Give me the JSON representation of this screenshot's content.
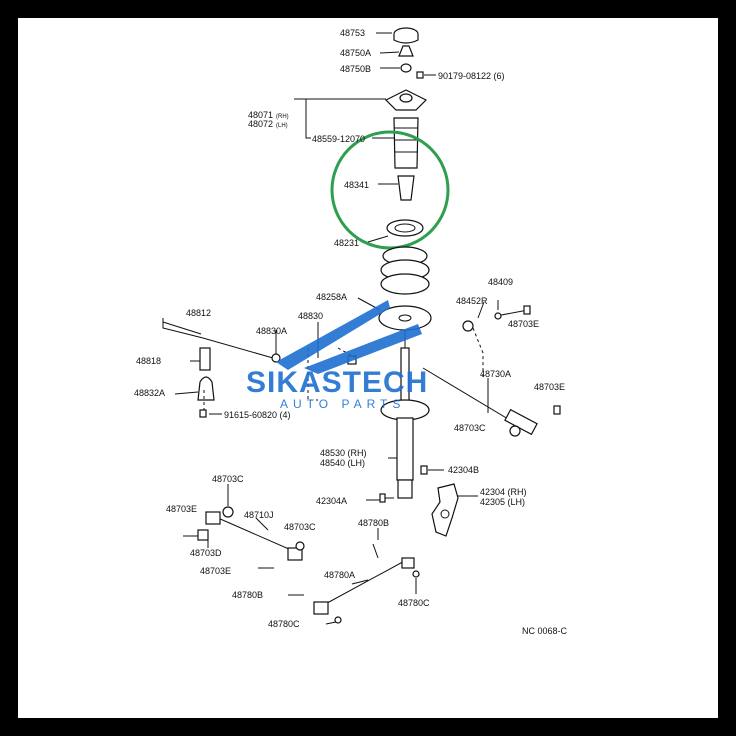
{
  "labels": {
    "p48753": "48753",
    "p48750A": "48750A",
    "p48750B": "48750B",
    "p90179": "90179-08122 (6)",
    "p48071": "48071",
    "p48071_side": "(RH)",
    "p48072": "48072",
    "p48072_side": "(LH)",
    "p48559": "48559-12070",
    "p48341": "48341",
    "p48231": "48231",
    "p48258A": "48258A",
    "p48409": "48409",
    "p48452R": "48452R",
    "p48703E_a": "48703E",
    "p48812": "48812",
    "p48830A": "48830A",
    "p48830": "48830",
    "p48818": "48818",
    "p48832A": "48832A",
    "p91615": "91615-60820 (4)",
    "p48730A": "48730A",
    "p48703E_b": "48703E",
    "p48703C_a": "48703C",
    "p48530": "48530 (RH)",
    "p48540": "48540 (LH)",
    "p42304B": "42304B",
    "p42304A": "42304A",
    "p42304": "42304 (RH)",
    "p42305": "42305 (LH)",
    "p48703C_b": "48703C",
    "p48703E_c": "48703E",
    "p48710J": "48710J",
    "p48703C_c": "48703C",
    "p48703D": "48703D",
    "p48703E_d": "48703E",
    "p48780B_a": "48780B",
    "p48780A": "48780A",
    "p48780B_b": "48780B",
    "p48780C_a": "48780C",
    "p48780C_b": "48780C",
    "code": "NC 0068-C"
  },
  "watermark": {
    "brand": "SIKASTECH",
    "tagline": "AUTO PARTS",
    "color": "#1f6fd1"
  },
  "highlight_color": "#2e9e4f"
}
